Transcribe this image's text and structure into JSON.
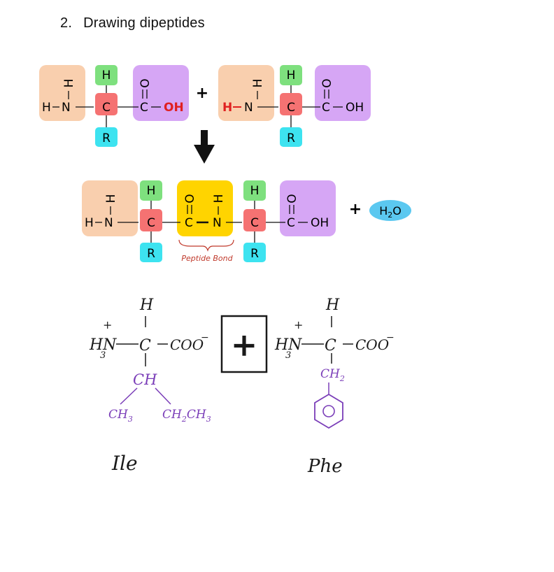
{
  "section": {
    "number": "2.",
    "title": "Drawing dipeptides"
  },
  "diagram": {
    "atoms": {
      "H": "H",
      "N": "N",
      "C": "C",
      "O": "O",
      "R": "R",
      "OH": "OH"
    },
    "plus": "+",
    "water": {
      "main": "H",
      "sub": "2",
      "tail": "O"
    },
    "peptide_bond_label": "Peptide Bond",
    "colors": {
      "amino_group": "#F9CFAE",
      "alpha_carbon_h": "#7EE07E",
      "alpha_carbon": "#F57272",
      "side_chain": "#3DE3F0",
      "carboxyl_group": "#D6A6F5",
      "peptide_bond_box": "#FFD400",
      "peptide_bond_label": "#C0392B",
      "highlight_red": "#E02020",
      "water_bubble": "#5BC8F0"
    }
  },
  "handwritten": {
    "ile": {
      "h": "H",
      "plus": "+",
      "amine": "HN",
      "amine_sub": "3",
      "c": "C",
      "carboxylate": "COO",
      "charge": "−",
      "ch": "CH",
      "ch3": "CH",
      "ch3_sub": "3",
      "ethyl_a": "CH",
      "ethyl_a_sub": "2",
      "ethyl_b": "CH",
      "ethyl_b_sub": "3",
      "name": "Ile"
    },
    "phe": {
      "h": "H",
      "plus": "+",
      "amine": "HN",
      "amine_sub": "3",
      "c": "C",
      "carboxylate": "COO",
      "charge": "−",
      "ch2": "CH",
      "ch2_sub": "2",
      "name": "Phe"
    },
    "plus_box": "+",
    "ink_colors": {
      "black": "#1a1a1a",
      "purple": "#7A3DB8"
    }
  }
}
